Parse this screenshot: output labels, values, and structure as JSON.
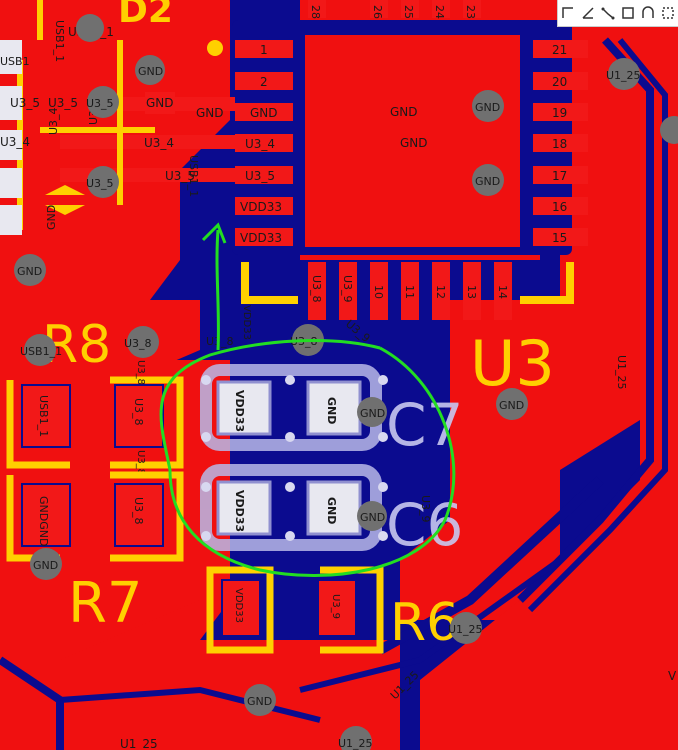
{
  "colors": {
    "background": "#0b0b8f",
    "copper": "#f01010",
    "copper_dark": "#c00000",
    "silk": "#ffd000",
    "pad": "#f21818",
    "via": "#707070",
    "via_hole": "#555555",
    "net_text": "#1a1a1a",
    "highlight_pad": "#e8e8f0",
    "annotation": "#22dd22",
    "ghost": "#b8b8e8"
  },
  "designators": {
    "d2": "D2",
    "r8": "R8",
    "r7": "R7",
    "r6": "R6",
    "u3": "U3",
    "c7": "C7",
    "c6": "C6"
  },
  "chip_left_pins": [
    "1",
    "2",
    "GND",
    "U3_4",
    "U3_5",
    "VDD33",
    "VDD33"
  ],
  "chip_right_pins": [
    "21",
    "20",
    "19",
    "18",
    "17",
    "16",
    "15"
  ],
  "chip_top_pins": [
    "28",
    "26",
    "25",
    "24",
    "23"
  ],
  "chip_bottom_pins": [
    "U3_8",
    "U3_9",
    "10",
    "11",
    "12",
    "13",
    "14"
  ],
  "chip_center_labels": [
    "GND",
    "GND"
  ],
  "net_labels": {
    "usb1_1": "USB1_1",
    "usb1": "USB1",
    "u3_5": "U3_5",
    "u3_4": "U3_4",
    "u3_8": "U3_8",
    "u3_9": "U3_9",
    "gnd": "GND",
    "vdd33": "VDD33",
    "u1_25": "U1_25",
    "gndgnd": "GNDGND",
    "v": "V"
  },
  "vias": {
    "gnd": "GND",
    "u3_5": "U3_5",
    "u3_8": "U3_8",
    "usb1_1": "USB1_1",
    "u1_25": "U1_25"
  },
  "toolbar": {
    "tools": [
      "wire-tool-icon",
      "angle-tool-icon",
      "route-tool-icon",
      "square-tool-icon",
      "arc-tool-icon",
      "frame-tool-icon"
    ]
  }
}
